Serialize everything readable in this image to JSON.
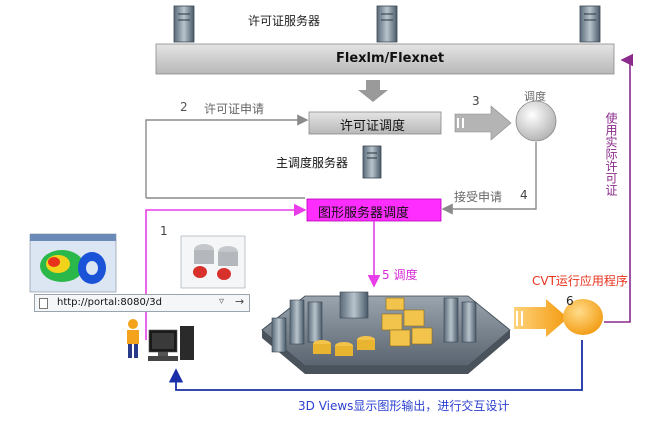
{
  "license_server_label": "许可证服务器",
  "flexlm_bar_label": "Flexlm/Flexnet",
  "step2_number": "2",
  "step2_label": "许可证申请",
  "license_dispatch_label": "许可证调度",
  "step3_number": "3",
  "dispatch_circle_label": "调度",
  "main_server_label": "主调度服务器",
  "step4_label": "接受申请",
  "step4_number": "4",
  "graphic_dispatch_label": "图形服务器调度",
  "step1_number": "1",
  "step5_label": "5 调度",
  "cvt_label": "CVT运行应用程序",
  "step6_number": "6",
  "url_value": "http://portal:8080/3d",
  "use_license_label": "使用实际许可证",
  "footer_label": "3D Views显示图形输出，进行交互设计",
  "colors": {
    "magenta": "#e83de8",
    "cvt_red": "#e8321c",
    "footer_blue": "#2a3fd0",
    "purple_arrow": "#8a2a8a",
    "blue_arrow": "#1a2fa8",
    "orange": "#f5a21c",
    "gray_bar": "#c8c8c8"
  }
}
